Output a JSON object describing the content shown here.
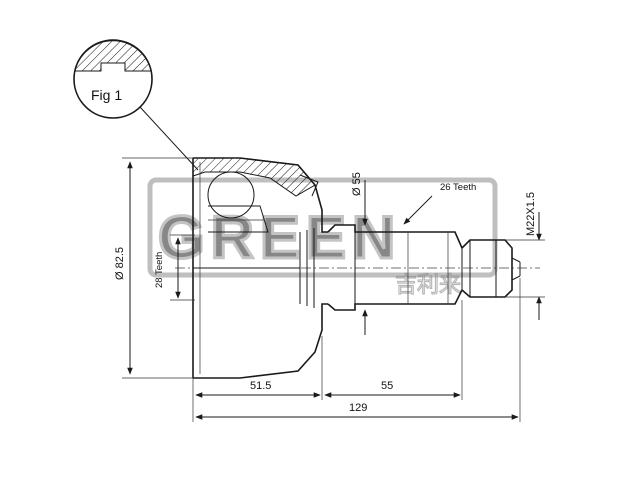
{
  "figure": {
    "label": "Fig 1"
  },
  "dimensions": {
    "overall_diameter": "Ø 82.5",
    "inner_spline_teeth": "28 Teeth",
    "seal_diameter": "Ø 55",
    "outer_spline_teeth": "26 Teeth",
    "thread": "M22X1.5",
    "bell_length": "51.5",
    "shaft_length": "55",
    "total_length": "129"
  },
  "watermark": {
    "brand": "GREEN",
    "brand_cn": "吉利来",
    "colors": {
      "mark": "#8a8a8a"
    }
  },
  "colors": {
    "line": "#1a1a1a",
    "background": "#ffffff"
  }
}
